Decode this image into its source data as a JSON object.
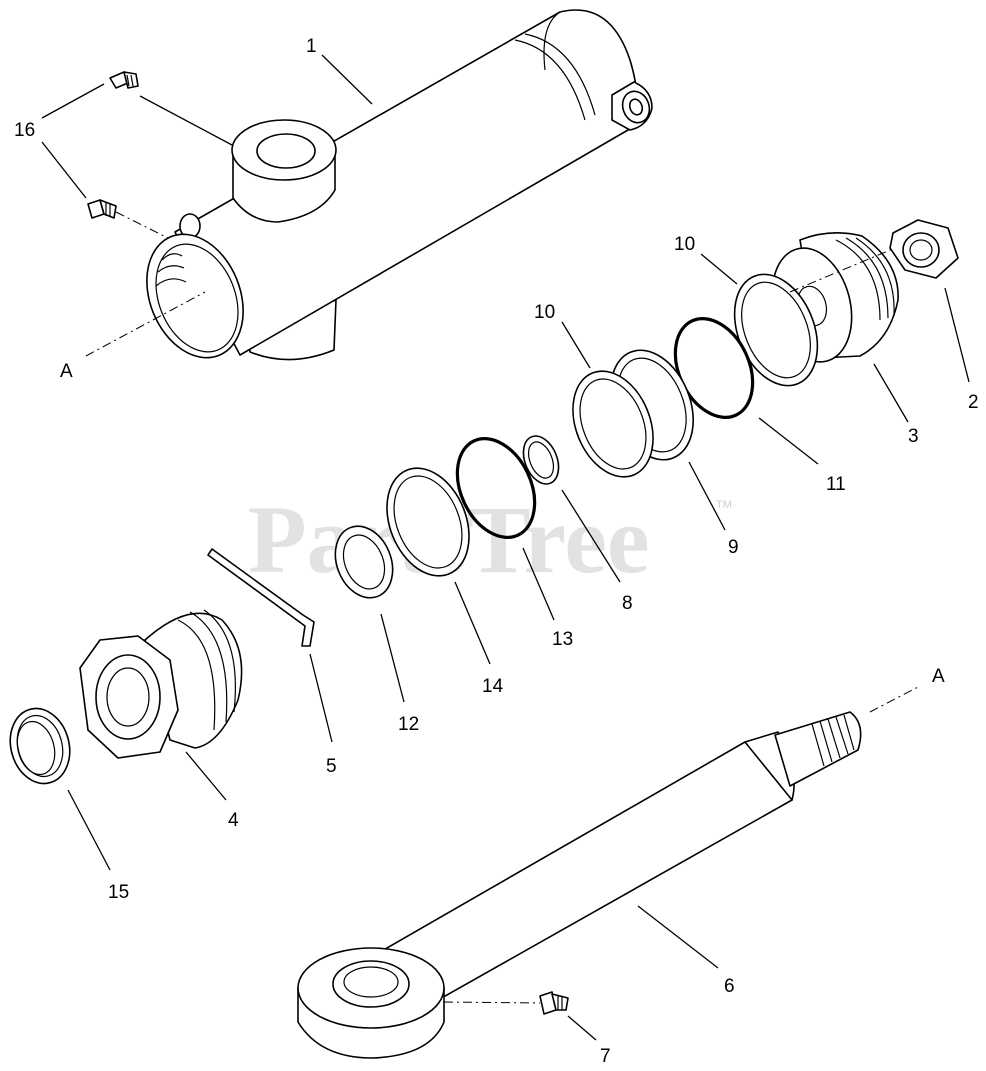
{
  "watermark": {
    "text": "PartsTree",
    "trademark": "TM"
  },
  "callouts": {
    "c1": "1",
    "c2": "2",
    "c3": "3",
    "c4": "4",
    "c5": "5",
    "c6": "6",
    "c7": "7",
    "c8": "8",
    "c9": "9",
    "c10a": "10",
    "c10b": "10",
    "c11": "11",
    "c12": "12",
    "c13": "13",
    "c14": "14",
    "c15": "15",
    "c16": "16",
    "cA1": "A",
    "cA2": "A"
  },
  "colors": {
    "line": "#000000",
    "background": "#ffffff",
    "watermark": "#d9d9d9"
  }
}
